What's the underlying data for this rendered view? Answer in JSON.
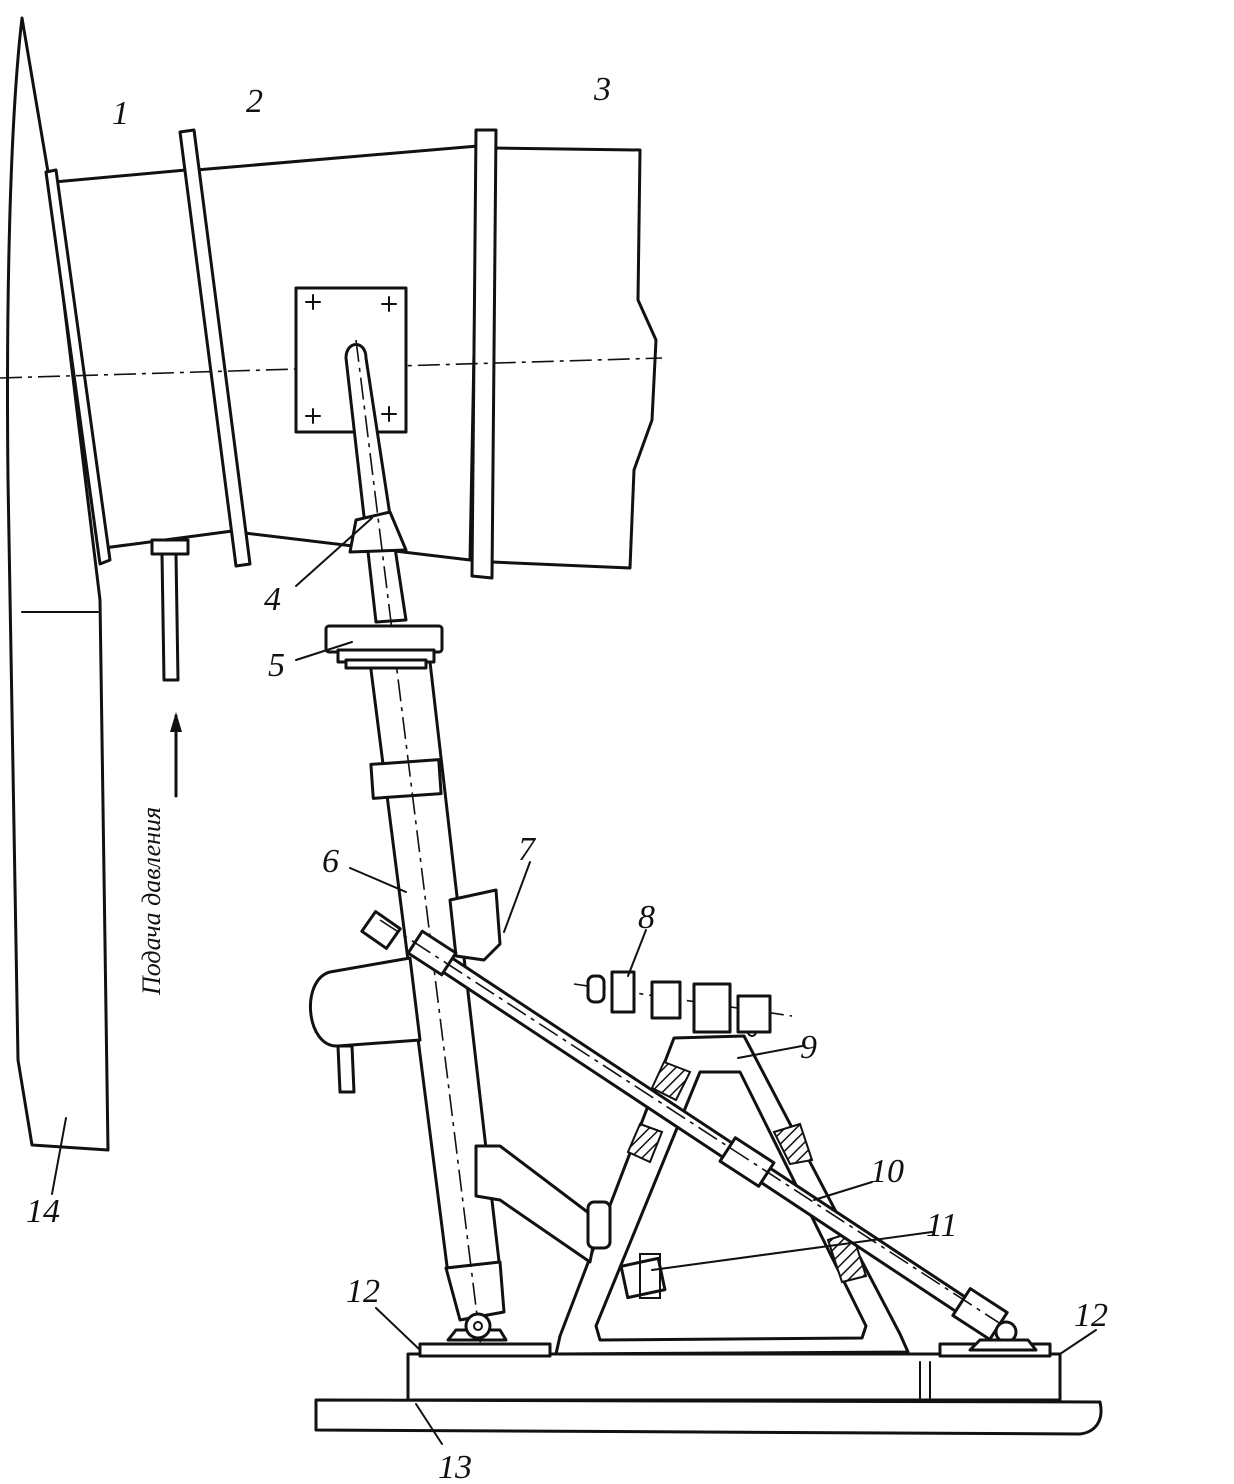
{
  "labels": {
    "l1": "1",
    "l2": "2",
    "l3": "3",
    "l4": "4",
    "l5": "5",
    "l6": "6",
    "l7": "7",
    "l8": "8",
    "l9": "9",
    "l10": "10",
    "l11": "11",
    "l12a": "12",
    "l12b": "12",
    "l13": "13",
    "l14": "14"
  },
  "annotation": {
    "pressure_feed": "Подача давления"
  }
}
